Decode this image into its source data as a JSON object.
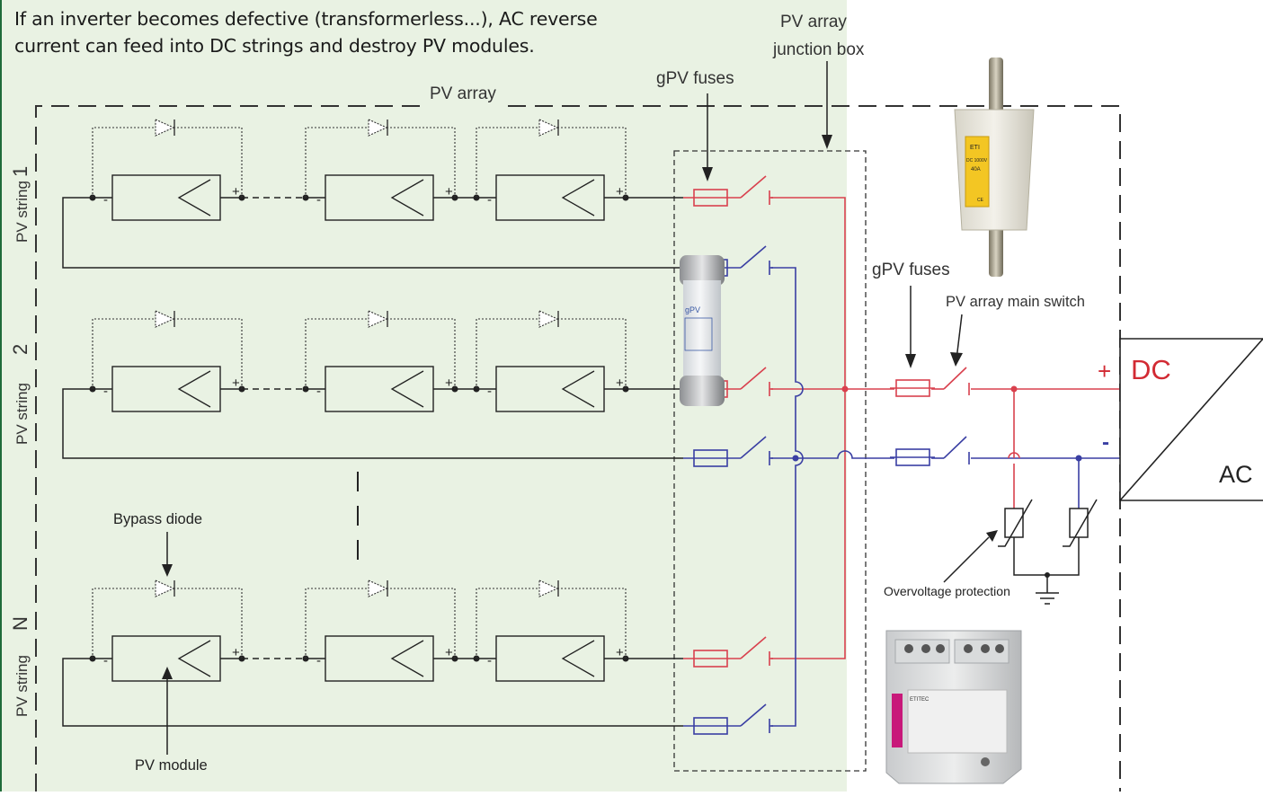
{
  "intro": {
    "line1": "If an inverter becomes defective (transformerless...), AC reverse",
    "line2": "current can feed into DC strings and destroy PV modules."
  },
  "labels": {
    "pv_array": "PV array",
    "junction_box_line1": "PV array",
    "junction_box_line2": "junction box",
    "gpv_fuses_box": "gPV fuses",
    "gpv_fuses_main": "gPV fuses",
    "main_switch": "PV array main switch",
    "bypass_diode": "Bypass diode",
    "pv_module": "PV module",
    "overvoltage": "Overvoltage protection",
    "dc": "DC",
    "ac": "AC",
    "plus": "+",
    "minus": "-"
  },
  "strings": [
    {
      "label": "PV string",
      "num": "1"
    },
    {
      "label": "PV string",
      "num": "2"
    },
    {
      "label": "PV string",
      "num": "N"
    }
  ],
  "module_signs": {
    "neg": "-",
    "pos": "+"
  },
  "product_labels": {
    "nh_fuse_brand": "ETI",
    "nh_fuse_voltage": "DC 1000V",
    "nh_fuse_current": "40A",
    "nh_fuse_ce": "CE",
    "cyl_fuse_text": "gPV",
    "spd_brand": "ETITEC"
  },
  "colors": {
    "panel_bg": "#e9f2e3",
    "frame_green": "#1f6b3a",
    "positive": "#d9414e",
    "negative": "#3a3fa3",
    "dc_text": "#d22a33",
    "line": "#222222"
  }
}
